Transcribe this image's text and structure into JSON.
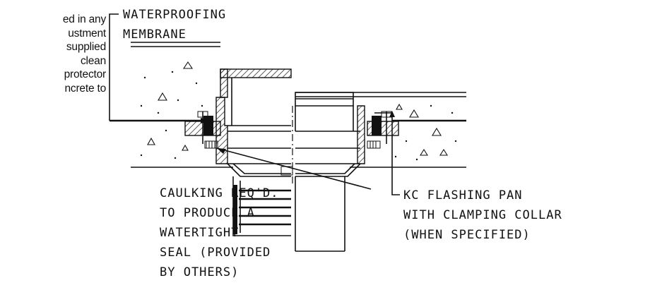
{
  "side_note": {
    "lines": [
      "ed in any",
      "ustment",
      "supplied",
      "clean",
      "protector",
      "ncrete to"
    ]
  },
  "labels": {
    "waterproofing_line1": "WATERPROOFING",
    "waterproofing_line2": "MEMBRANE",
    "caulking_line1": "CAULKING REQ'D.",
    "caulking_line2": "TO PRODUCE A",
    "caulking_line3": "WATERTIGHT",
    "caulking_line4": "SEAL (PROVIDED",
    "caulking_line5": "BY OTHERS)",
    "flashing_line1": "KC FLASHING PAN",
    "flashing_line2": "WITH CLAMPING COLLAR",
    "flashing_line3": "(WHEN SPECIFIED)"
  },
  "colors": {
    "ink": "#111111",
    "background": "#ffffff"
  }
}
